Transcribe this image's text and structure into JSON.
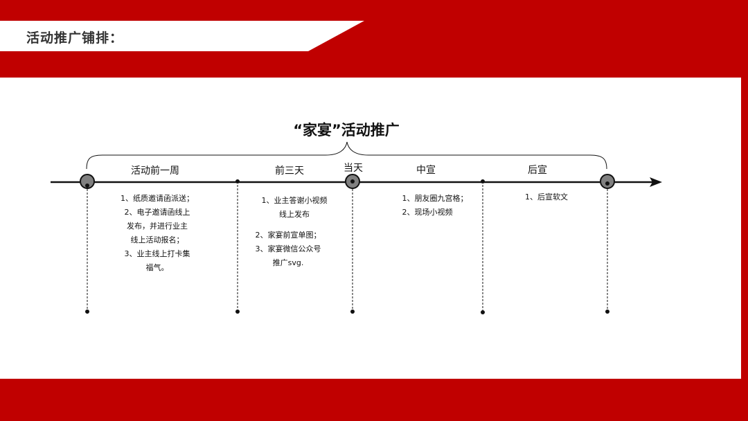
{
  "page": {
    "title": "活动推广铺排："
  },
  "diagram": {
    "title": "“家宴”活动推广",
    "stages": [
      {
        "label": "活动前一周"
      },
      {
        "label": "前三天"
      },
      {
        "label": "当天"
      },
      {
        "label": "中宣"
      },
      {
        "label": "后宣"
      }
    ],
    "columns": [
      {
        "lines": [
          "1、纸质邀请函派送；",
          "2、电子邀请函线上",
          "发布，并进行业主",
          "线上活动报名；",
          "3、业主线上打卡集",
          "福气。"
        ]
      },
      {
        "lines": [
          "1、业主答谢小视频",
          "线上发布"
        ]
      },
      {
        "lines": [
          "2、家宴前宣单图；",
          "3、家宴微信公众号",
          "推广svg."
        ]
      },
      {
        "lines": [
          "1、朋友圈九宫格；",
          "2、现场小视频"
        ]
      },
      {
        "lines": [
          "1、后宣软文"
        ]
      }
    ]
  },
  "colors": {
    "brand_red": "#c00000",
    "marker_gray": "#808080",
    "line_black": "#111111"
  }
}
